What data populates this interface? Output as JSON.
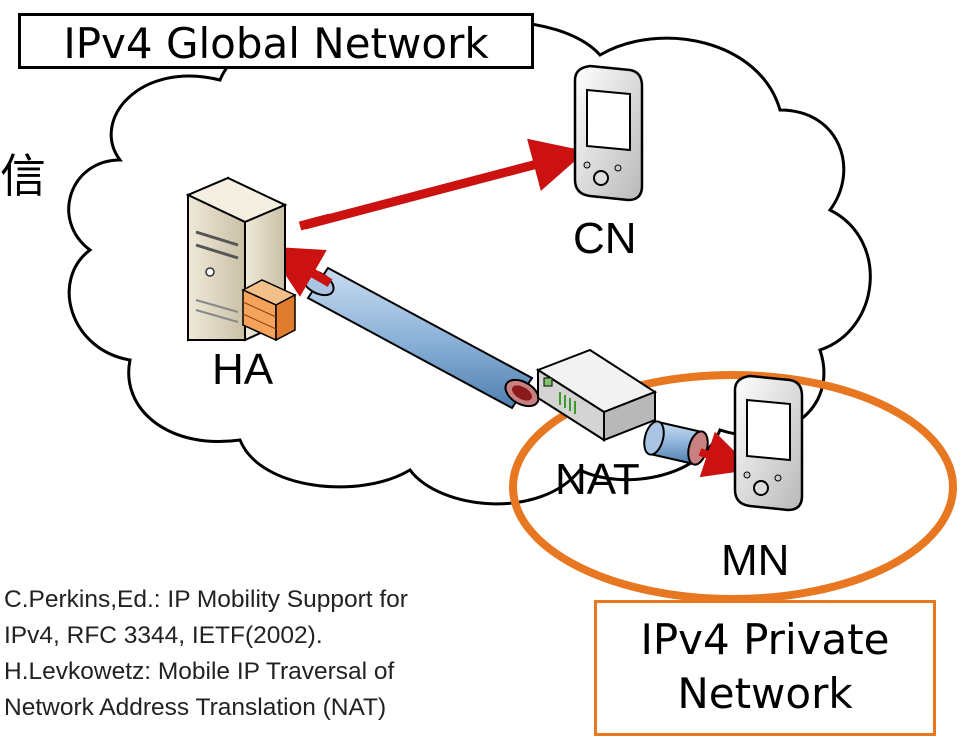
{
  "diagram": {
    "global_network_label": "IPv4 Global Network",
    "private_network_label_line1": "IPv4 Private",
    "private_network_label_line2": "Network",
    "left_fragment": "信",
    "nodes": {
      "cn": "CN",
      "ha": "HA",
      "nat": "NAT",
      "mn": "MN"
    },
    "references": [
      "C.Perkins,Ed.: IP Mobility Support for",
      "IPv4, RFC 3344, IETF(2002).",
      "H.Levkowetz: Mobile IP Traversal of",
      "Network Address Translation (NAT)"
    ],
    "colors": {
      "arrow": "#cc1111",
      "tunnel": "#8db3d9",
      "private_ring": "#e87722",
      "cloud_stroke": "#000000"
    }
  }
}
